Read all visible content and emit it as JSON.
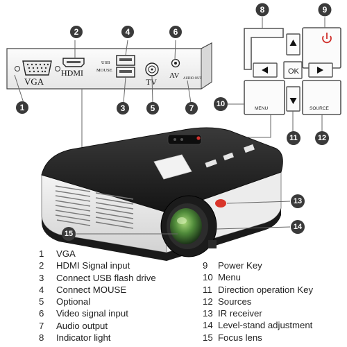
{
  "ports": {
    "vga": "VGA",
    "hdmi": "HDMI",
    "usb": "USB",
    "mouse": "MOUSE",
    "tv": "TV",
    "av": "AV",
    "audio_out": "AUDIO OUT"
  },
  "keypad": {
    "ok": "OK",
    "menu": "MENU",
    "source": "SOURCE"
  },
  "callouts": [
    "1",
    "2",
    "3",
    "4",
    "5",
    "6",
    "7",
    "8",
    "9",
    "10",
    "11",
    "12",
    "13",
    "14",
    "15"
  ],
  "legend": [
    {
      "num": "1",
      "label": "VGA"
    },
    {
      "num": "2",
      "label": "HDMI Signal input"
    },
    {
      "num": "3",
      "label": "Connect USB flash drive"
    },
    {
      "num": "4",
      "label": "Connect MOUSE"
    },
    {
      "num": "5",
      "label": "Optional"
    },
    {
      "num": "6",
      "label": "Video signal input"
    },
    {
      "num": "7",
      "label": "Audio output"
    },
    {
      "num": "8",
      "label": "Indicator light"
    },
    {
      "num": "9",
      "label": "Power Key"
    },
    {
      "num": "10",
      "label": "Menu"
    },
    {
      "num": "11",
      "label": "Direction operation Key"
    },
    {
      "num": "12",
      "label": "Sources"
    },
    {
      "num": "13",
      "label": "IR receiver"
    },
    {
      "num": "14",
      "label": "Level-stand adjustment"
    },
    {
      "num": "15",
      "label": "Focus lens"
    }
  ],
  "colors": {
    "badge": "#3a3a3a",
    "power_red": "#d0312d",
    "lens_green": "#4f8a3a",
    "ir_red": "#d9352a"
  }
}
